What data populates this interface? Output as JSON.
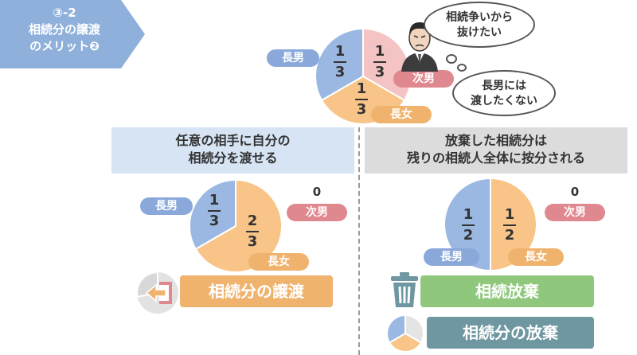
{
  "header": {
    "line1": "③-2",
    "line2": "相続分の譲渡",
    "line3": "のメリット❷"
  },
  "top_diagram": {
    "labels": {
      "eldest_son": "長男",
      "second_son": "次男",
      "eldest_daughter": "長女"
    },
    "fractions": {
      "eldest_son": {
        "num": "1",
        "den": "3"
      },
      "second_son": {
        "num": "1",
        "den": "3"
      },
      "eldest_daughter": {
        "num": "1",
        "den": "3"
      }
    },
    "thought_1": {
      "line1": "相続争いから",
      "line2": "抜けたい"
    },
    "thought_2": {
      "line1": "長男には",
      "line2": "渡したくない"
    }
  },
  "left_panel": {
    "heading_line1": "任意の相手に自分の",
    "heading_line2": "相続分を渡せる",
    "labels": {
      "eldest_son": "長男",
      "second_son": "次男",
      "eldest_daughter": "長女"
    },
    "fractions": {
      "eldest_son": {
        "num": "1",
        "den": "3"
      },
      "eldest_daughter": {
        "num": "2",
        "den": "3"
      }
    },
    "second_son_share": "0",
    "action_label": "相続分の譲渡"
  },
  "right_panel": {
    "heading_line1": "放棄した相続分は",
    "heading_line2": "残りの相続人全体に按分される",
    "labels": {
      "eldest_son": "長男",
      "second_son": "次男",
      "eldest_daughter": "長女"
    },
    "fractions": {
      "eldest_son": {
        "num": "1",
        "den": "2"
      },
      "eldest_daughter": {
        "num": "1",
        "den": "2"
      }
    },
    "second_son_share": "0",
    "action_1_label": "相続放棄",
    "action_2_label": "相続分の放棄"
  },
  "colors": {
    "header_blue": "#8fb0da",
    "eldest_son_blue": "#8aa9da",
    "second_son_pink": "#e0888f",
    "eldest_daughter_orange": "#f0b36e",
    "panel_left_bg": "#d6e4f4",
    "panel_right_bg": "#dcdcdc",
    "green": "#8fc87c",
    "teal": "#6f97a1"
  }
}
